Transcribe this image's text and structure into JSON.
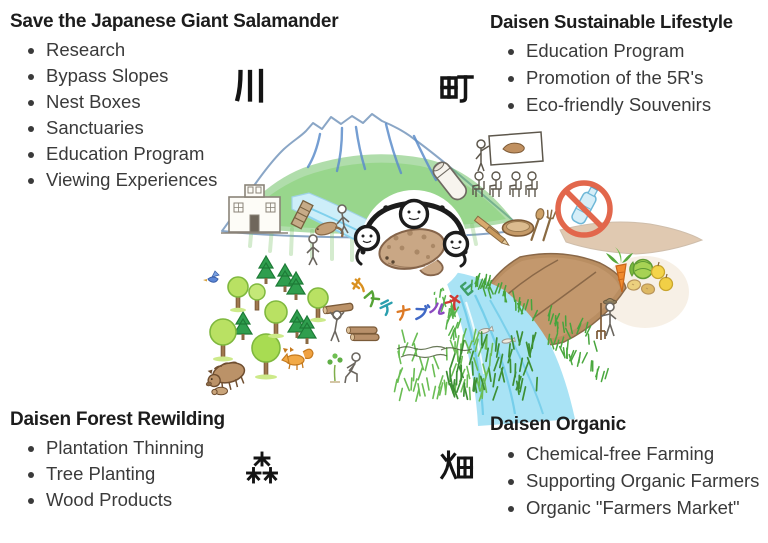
{
  "quadrants": {
    "top_left": {
      "title": "Save the Japanese Giant Salamander",
      "kanji": "川",
      "items": [
        "Research",
        "Bypass Slopes",
        "Nest Boxes",
        "Sanctuaries",
        "Education Program",
        "Viewing Experiences"
      ]
    },
    "top_right": {
      "title": "Daisen Sustainable Lifestyle",
      "kanji": "町",
      "items": [
        "Education Program",
        "Promotion of the 5R's",
        "Eco-friendly Souvenirs"
      ]
    },
    "bottom_left": {
      "title": "Daisen Forest Rewilding",
      "kanji": "森",
      "items": [
        "Plantation Thinning",
        "Tree Planting",
        "Wood Products"
      ]
    },
    "bottom_right": {
      "title": "Daisen Organic",
      "kanji": "畑",
      "items": [
        "Chemical-free Farming",
        "Supporting Organic Farmers",
        "Organic \"Farmers Market\""
      ]
    }
  },
  "emblem": {
    "arc_text": "サステナブル大山",
    "arc_char_colors": [
      "#d99020",
      "#56a436",
      "#2a9fae",
      "#dd7a26",
      "#3f68c6",
      "#8a4abf",
      "#cf3a34",
      "#3f9f68"
    ]
  },
  "palette": {
    "heading_text": "#1c1c1c",
    "body_text": "#3a3a3a",
    "kanji_black": "#141414",
    "mountain_green": "#62bb58",
    "mountain_outline": "#8aa6c6",
    "river_blue": "#a9e3f5",
    "river_stroke": "#6fcbe9",
    "field_brown": "#b98e62",
    "grass_green": "#57b34a",
    "tree_green": "#b9e163",
    "conifer_green": "#2f9e4e",
    "salamander_brown": "#c9a785",
    "prohibition_red": "#e2674c",
    "wood_brown": "#b8906a"
  },
  "illustration_elements": [
    "mount-daisen",
    "school-building",
    "river-from-mountain",
    "bypass-slope-ladder",
    "salamander-in-river",
    "river-observers",
    "emblem-circle-of-people",
    "giant-salamander",
    "emblem-arc-text",
    "classroom-scene",
    "whiteboard",
    "reusable-bottle",
    "pencils",
    "wooden-bowl",
    "wooden-cutlery",
    "no-plastic-bottle-sign",
    "farm-field",
    "carrot",
    "cabbage",
    "potatoes",
    "apples",
    "farmer",
    "main-river",
    "fish",
    "grass",
    "forest-trees",
    "blue-bird",
    "fox",
    "wild-boar",
    "log-carrier",
    "log-pile",
    "tree-planter",
    "sapling"
  ]
}
